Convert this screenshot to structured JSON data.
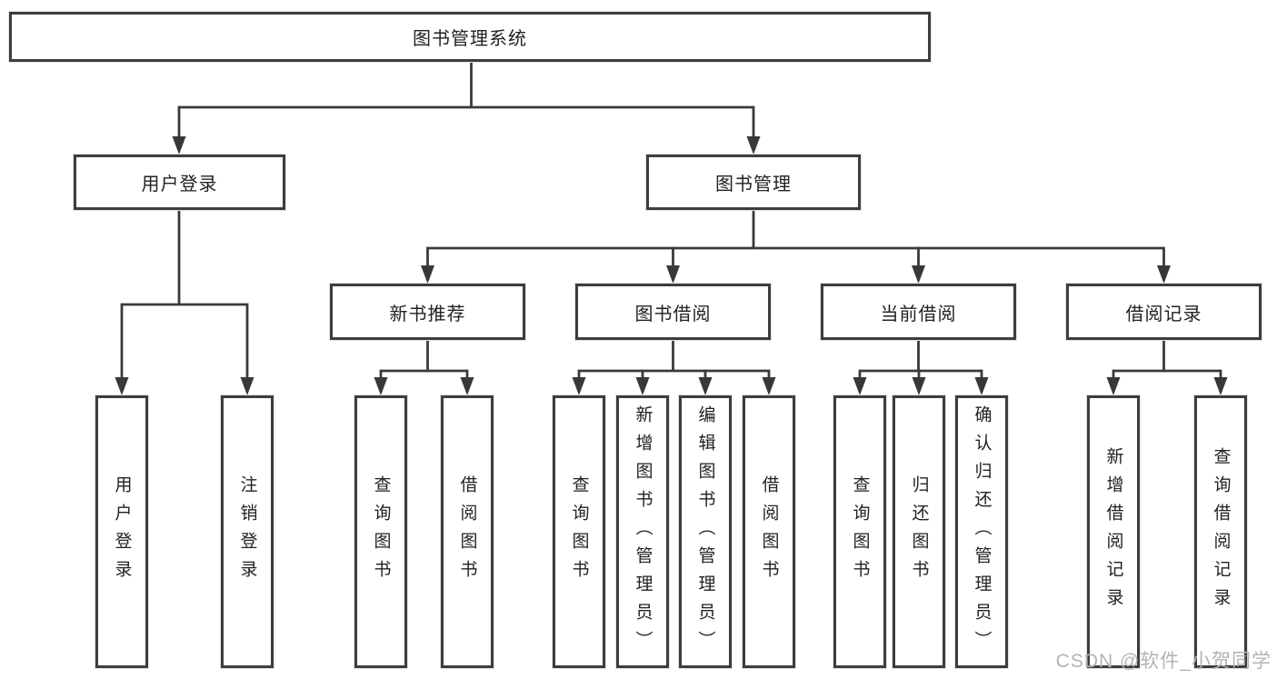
{
  "diagram": {
    "nodes": {
      "root": "图书管理系统",
      "userLogin": "用户登录",
      "bookManagement": "图书管理",
      "newBookRecommend": "新书推荐",
      "bookBorrow": "图书借阅",
      "currentBorrow": "当前借阅",
      "borrowRecords": "借阅记录"
    },
    "leaves": {
      "userLogin": [
        "用户登录",
        "注销登录"
      ],
      "newBookRecommend": [
        "查询图书",
        "借阅图书"
      ],
      "bookBorrow": [
        "查询图书",
        "新增图书（管理员）",
        "编辑图书（管理员）",
        "借阅图书"
      ],
      "currentBorrow": [
        "查询图书",
        "归还图书",
        "确认归还（管理员）"
      ],
      "borrowRecords": [
        "新增借阅记录",
        "查询借阅记录"
      ]
    }
  },
  "watermark": "CSDN @软件_小贺同学",
  "colors": {
    "line": "#3a3a3a",
    "border": "#3d3d3d",
    "text": "#222222",
    "watermark": "#b3b3b3",
    "background": "#ffffff"
  }
}
